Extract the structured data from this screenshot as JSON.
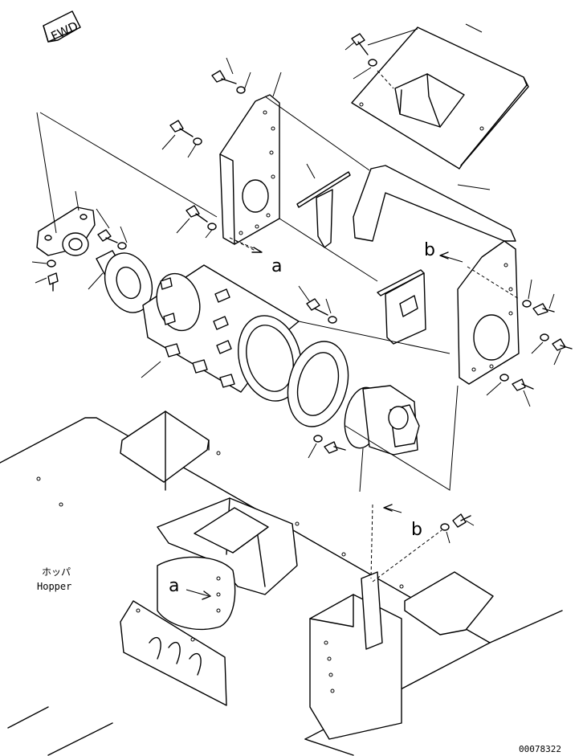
{
  "fwd_label": "FWD",
  "callout_a": "a",
  "callout_b": "b",
  "hopper_label_jp": "ホッパ",
  "hopper_label_en": "Hopper",
  "drawing_number": "00078322"
}
